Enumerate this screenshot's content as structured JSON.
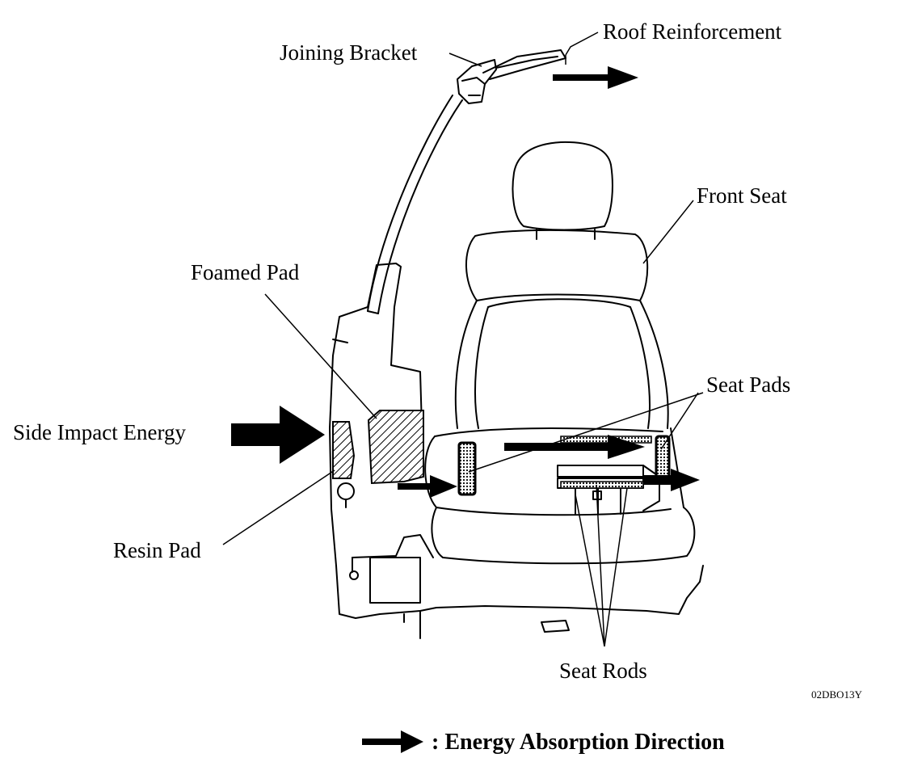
{
  "labels": {
    "roof_reinforcement": "Roof Reinforcement",
    "joining_bracket": "Joining Bracket",
    "front_seat": "Front Seat",
    "foamed_pad": "Foamed Pad",
    "seat_pads": "Seat Pads",
    "side_impact_energy": "Side Impact Energy",
    "resin_pad": "Resin Pad",
    "seat_rods": "Seat Rods"
  },
  "figure_code": "02DBO13Y",
  "legend": {
    "text": ": Energy Absorption Direction"
  },
  "colors": {
    "ink": "#000000",
    "background": "#ffffff"
  }
}
